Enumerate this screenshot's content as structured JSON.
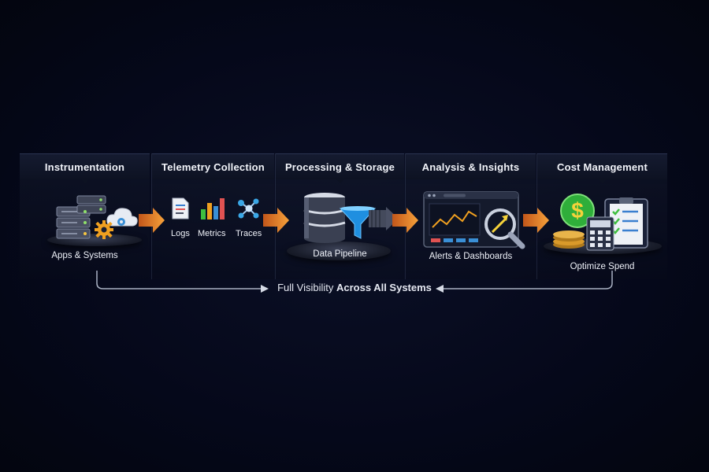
{
  "stages": [
    {
      "title": "Instrumentation",
      "caption": "Apps & Systems"
    },
    {
      "title": "Telemetry Collection",
      "items": [
        "Logs",
        "Metrics",
        "Traces"
      ]
    },
    {
      "title": "Processing & Storage",
      "caption": "Data Pipeline"
    },
    {
      "title": "Analysis & Insights",
      "caption": "Alerts & Dashboards"
    },
    {
      "title": "Cost Management",
      "caption": "Optimize Spend"
    }
  ],
  "footer": {
    "prefix": "Full Visibility ",
    "emphasis": "Across All Systems"
  },
  "colors": {
    "accent_orange": "#f08a1c",
    "accent_blue": "#3aa7e6",
    "accent_green": "#3fbf3f",
    "gold": "#e0a93a"
  }
}
